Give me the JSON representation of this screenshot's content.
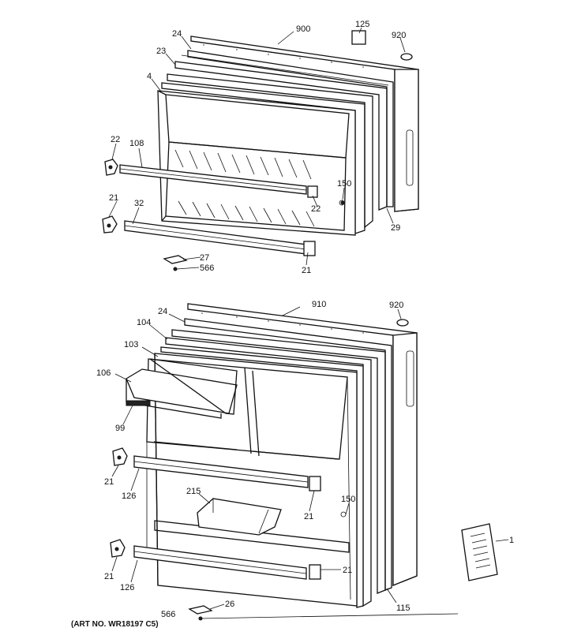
{
  "art_number": "(ART NO. WR18197 C5)",
  "callouts": {
    "top": {
      "c900": "900",
      "c125": "125",
      "c920": "920",
      "c24": "24",
      "c23": "23",
      "c4": "4",
      "c22a": "22",
      "c108": "108",
      "c21a": "21",
      "c32": "32",
      "c150": "150",
      "c22b": "22",
      "c29": "29",
      "c27": "27",
      "c566": "566",
      "c21b": "21"
    },
    "bottom": {
      "c910": "910",
      "c920": "920",
      "c24": "24",
      "c104": "104",
      "c103": "103",
      "c106": "106",
      "c99": "99",
      "c21a": "21",
      "c126a": "126",
      "c215": "215",
      "c150": "150",
      "c21b": "21",
      "c21c": "21",
      "c126b": "126",
      "c21d": "21",
      "c115": "115",
      "c566": "566",
      "c26": "26",
      "c1": "1"
    }
  }
}
